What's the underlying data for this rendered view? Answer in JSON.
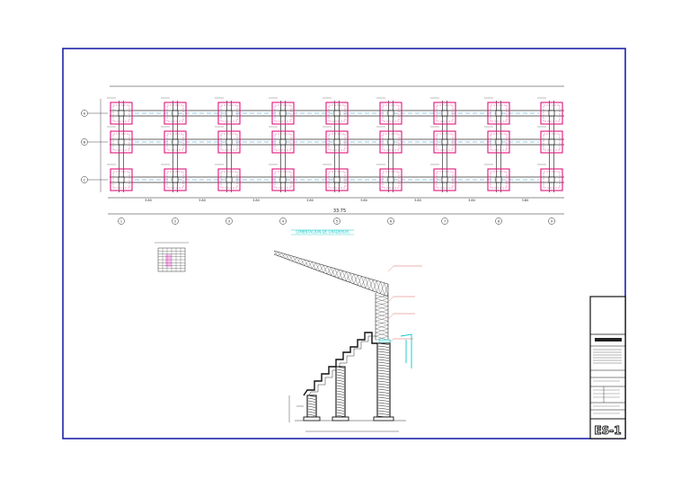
{
  "drawing": {
    "total_dimension": "33.75",
    "bay_dimensions": [
      "3.80",
      "3.80",
      "3.80",
      "3.80",
      "3.80",
      "3.80",
      "3.80",
      "3.80"
    ],
    "column_axes": [
      "1",
      "2",
      "3",
      "4",
      "5",
      "6",
      "7",
      "8",
      "9"
    ],
    "row_axes": [
      "A",
      "B",
      "C"
    ],
    "section_title": "CIMENTACION DE GRADERIAS",
    "title_block": {
      "sheet_code": "ES-1",
      "project": "GRADERIAS"
    }
  },
  "colors": {
    "border": "#1e22a8",
    "footing": "#e0157a",
    "beam": "#333333",
    "rebar": "#1a8fd6",
    "section_accent": "#10c8c8",
    "annotation": "#d23b3b"
  }
}
